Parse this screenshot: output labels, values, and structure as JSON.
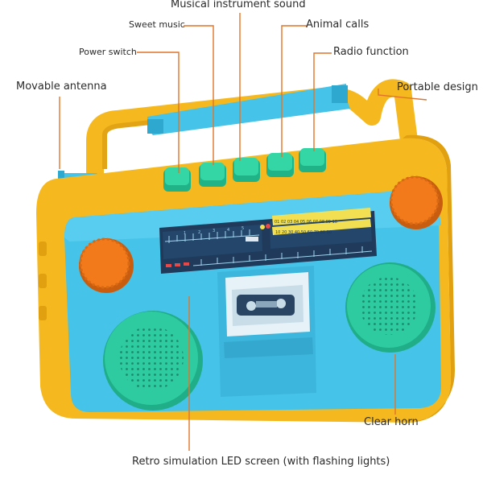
{
  "labels": {
    "musical_instrument_sound": "Musical instrument sound",
    "sweet_music": "Sweet music",
    "animal_calls": "Animal calls",
    "power_switch": "Power switch",
    "radio_function": "Radio function",
    "movable_antenna": "Movable antenna",
    "portable_design": "Portable design",
    "clear_horn": "Clear horn",
    "retro_screen": "Retro simulation LED screen (with flashing lights)"
  },
  "dial": {
    "upper_scale": [
      "01",
      "02",
      "03",
      "04",
      "05",
      "06",
      "07",
      "08",
      "09",
      "10"
    ],
    "lower_scale": [
      "10",
      "20",
      "30",
      "40",
      "50",
      "60",
      "70",
      "80",
      "90"
    ],
    "left_scale": [
      "1",
      "2",
      "3",
      "4",
      "5"
    ]
  },
  "colors": {
    "body_yellow": "#f5b91f",
    "panel_blue": "#46c3e8",
    "button_green": "#35d6a6",
    "knob_orange": "#f27a1a",
    "speaker_green": "#2ecba0",
    "leader_line": "#e0742a"
  }
}
